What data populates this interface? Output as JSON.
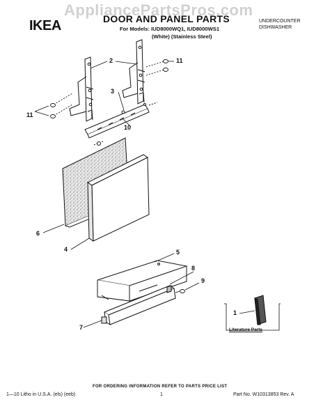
{
  "watermark": "AppliancePartsPros.com",
  "brand": "IKEA",
  "header": {
    "title": "DOOR AND PANEL PARTS",
    "models": "For Models: IUD8000WQ1, IUD8000WS1",
    "variants": "(White)    (Stainless Steel)",
    "category": "UNDERCOUNTER\nDISHWASHER"
  },
  "callouts": {
    "c1": "1",
    "c2": "2",
    "c3": "3",
    "c4": "4",
    "c5": "5",
    "c6": "6",
    "c7": "7",
    "c8": "8",
    "c9": "9",
    "c10": "10",
    "c11a": "11",
    "c11b": "11"
  },
  "literature_label": "Literature Parts",
  "order_note": "FOR ORDERING INFORMATION REFER TO PARTS PRICE LIST",
  "footer": {
    "litho": "1—10 Litho in U.S.A. (els) (eeb)",
    "page": "1",
    "part_no": "Part No. W10313853 Rev. A"
  },
  "colors": {
    "ink": "#111111",
    "watermark": "#c9c9c9",
    "panel_fill": "#cfcfcf"
  }
}
